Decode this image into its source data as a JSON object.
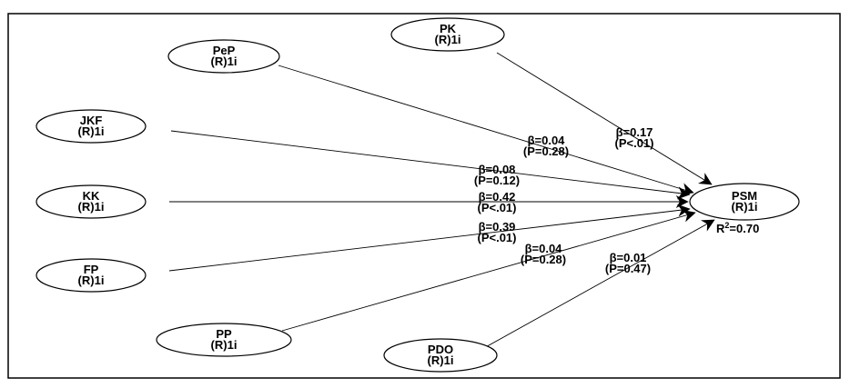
{
  "nodes": {
    "PeP": {
      "name": "PeP",
      "sub": "(R)1i"
    },
    "PK": {
      "name": "PK",
      "sub": "(R)1i"
    },
    "JKF": {
      "name": "JKF",
      "sub": "(R)1i"
    },
    "KK": {
      "name": "KK",
      "sub": "(R)1i"
    },
    "FP": {
      "name": "FP",
      "sub": "(R)1i"
    },
    "PP": {
      "name": "PP",
      "sub": "(R)1i"
    },
    "PDO": {
      "name": "PDO",
      "sub": "(R)1i"
    },
    "PSM": {
      "name": "PSM",
      "sub": "(R)1i",
      "r2_label": "R",
      "r2_sup": "2",
      "r2_value": "=0.70"
    }
  },
  "paths": {
    "PeP": {
      "beta": "β=0.04",
      "p": "(P=0.28)"
    },
    "PK": {
      "beta": "β=0.17",
      "p": "(P<.01)"
    },
    "JKF": {
      "beta": "β=0.08",
      "p": "(P=0.12)"
    },
    "KK": {
      "beta": "β=0.42",
      "p": "(P<.01)"
    },
    "FP": {
      "beta": "β=0.39",
      "p": "(P<.01)"
    },
    "PP": {
      "beta": "β=0.04",
      "p": "(P=0.28)"
    },
    "PDO": {
      "beta": "β=0.01",
      "p": "(P=0.47)"
    }
  }
}
